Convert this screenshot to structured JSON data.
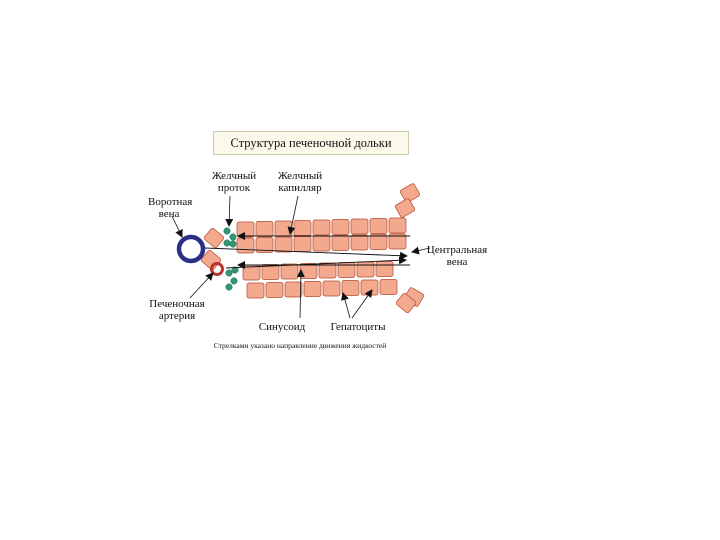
{
  "title": "Структура печеночной дольки",
  "labels": {
    "portal_vein": [
      "Воротная",
      "вена"
    ],
    "bile_duct": [
      "Желчный",
      "проток"
    ],
    "bile_capillary": [
      "Желчный",
      "капилляр"
    ],
    "central_vein": [
      "Центральная",
      "вена"
    ],
    "hepatic_artery": [
      "Печеночная",
      "артерия"
    ],
    "sinusoid": "Синусоид",
    "hepatocytes": "Гепатоциты"
  },
  "note": "Стрелками указано направление движения жидкостей",
  "colors": {
    "hepatocyte_fill": "#f2a98e",
    "hepatocyte_stroke": "#b2492d",
    "portal_vein": "#2b2f86",
    "hepatic_artery": "#b7352c",
    "bile_duct_cells": "#2f9a74",
    "title_box": "#fbf9ea"
  }
}
